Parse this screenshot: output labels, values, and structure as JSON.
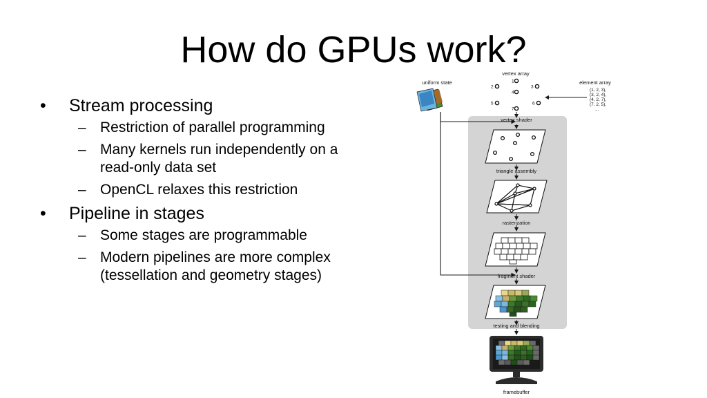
{
  "slide": {
    "title": "How do GPUs work?",
    "bullets": [
      {
        "text": "Stream processing",
        "sub": [
          "Restriction of parallel programming",
          "Many kernels run independently on a read-only data set",
          "OpenCL relaxes this restriction"
        ]
      },
      {
        "text": "Pipeline in stages",
        "sub": [
          "Some stages are programmable",
          "Modern pipelines are more complex (tessellation and geometry stages)"
        ]
      }
    ],
    "bullet_glyph": "•",
    "dash_glyph": "–"
  },
  "diagram": {
    "labels": {
      "vertex_array": "vertex array",
      "uniform_state": "uniform state",
      "element_array": "element array",
      "vertex_shader": "vertex shader",
      "triangle_assembly": "triangle assembly",
      "rasterization": "rasterization",
      "fragment_shader": "fragment shader",
      "testing_blending": "testing and blending",
      "framebuffer": "framebuffer"
    },
    "vertex_numbers": [
      "1",
      "2",
      "3",
      "4",
      "5",
      "6",
      "7"
    ],
    "element_array_lines": [
      "(1, 2, 3),",
      "(3, 2, 4),",
      "(4, 2, 7),",
      "(7, 2, 5),",
      "..."
    ],
    "colors": {
      "panel": "#d4d4d4",
      "arrow": "#1a1a1a",
      "monitor": "#2b2b2b"
    }
  }
}
